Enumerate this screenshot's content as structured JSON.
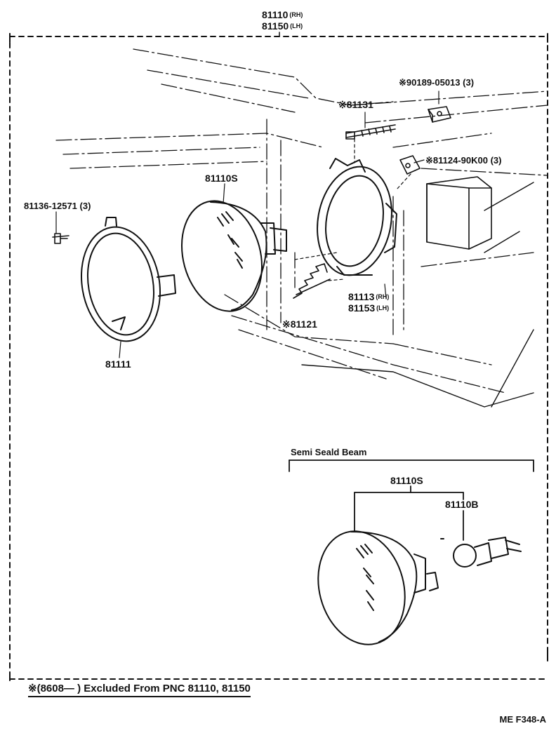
{
  "header": {
    "part_rh": "81110",
    "part_rh_suffix": "(RH)",
    "part_lh": "81150",
    "part_lh_suffix": "(LH)"
  },
  "labels": {
    "p90189": "※90189-05013 (3)",
    "p81131": "※81131",
    "p81124": "※81124-90K00 (3)",
    "p81110S_top": "81110S",
    "p81136": "81136-12571 (3)",
    "p81113": "81113",
    "p81113_suffix": "(RH)",
    "p81153": "81153",
    "p81153_suffix": "(LH)",
    "p81121": "※81121",
    "p81111": "81111",
    "semi_title": "Semi Seald Beam",
    "p81110S_inset": "81110S",
    "p81110B": "81110B"
  },
  "footnote": "※(8608—      ) Excluded From PNC 81110, 81150",
  "drawing_code": "ME  F348-A"
}
